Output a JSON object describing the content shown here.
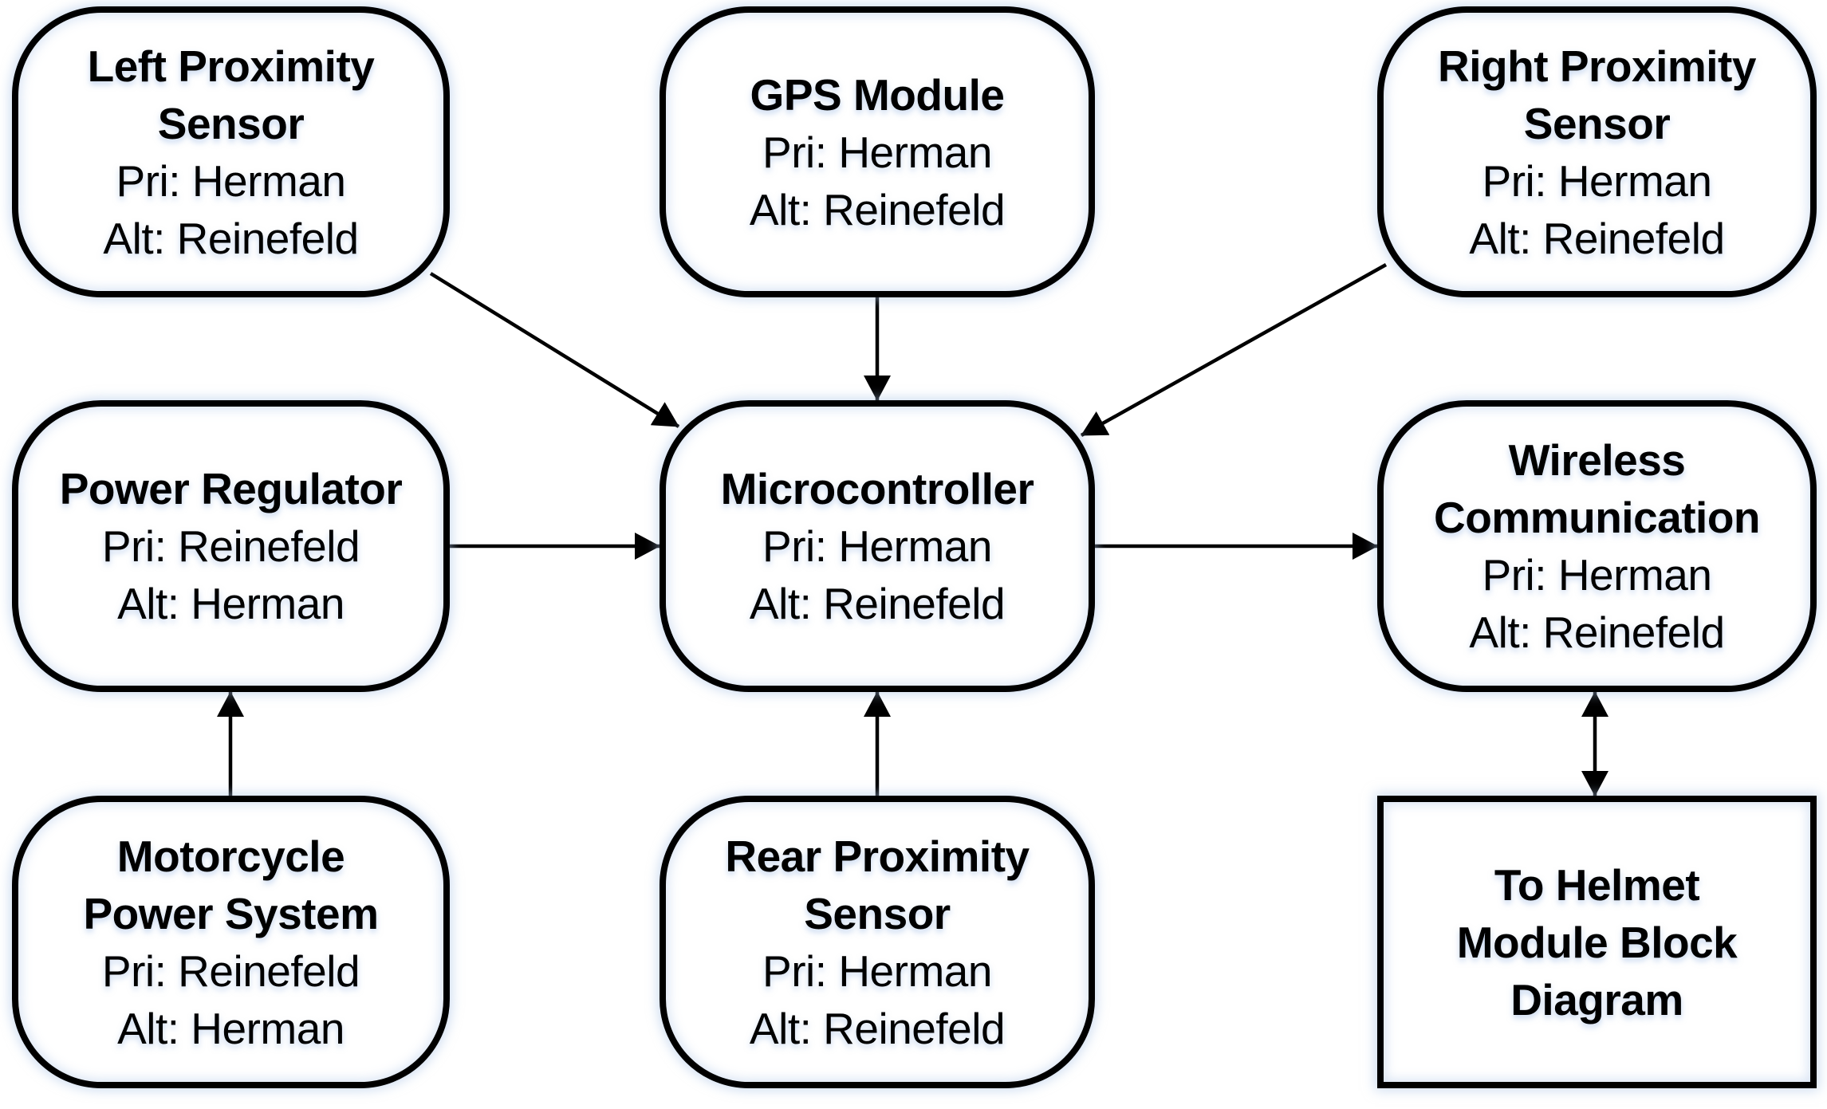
{
  "diagram": {
    "type": "block-diagram",
    "nodes": {
      "left_proximity": {
        "title": [
          "Left Proximity",
          "Sensor"
        ],
        "primary": "Pri: Herman",
        "alternate": "Alt: Reinefeld"
      },
      "gps": {
        "title": [
          "GPS Module"
        ],
        "primary": "Pri: Herman",
        "alternate": "Alt: Reinefeld"
      },
      "right_proximity": {
        "title": [
          "Right Proximity",
          "Sensor"
        ],
        "primary": "Pri: Herman",
        "alternate": "Alt: Reinefeld"
      },
      "power_regulator": {
        "title": [
          "Power Regulator"
        ],
        "primary": "Pri: Reinefeld",
        "alternate": "Alt: Herman"
      },
      "microcontroller": {
        "title": [
          "Microcontroller"
        ],
        "primary": "Pri: Herman",
        "alternate": "Alt: Reinefeld"
      },
      "wireless": {
        "title": [
          "Wireless",
          "Communication"
        ],
        "primary": "Pri: Herman",
        "alternate": "Alt: Reinefeld"
      },
      "motorcycle_power": {
        "title": [
          "Motorcycle",
          "Power System"
        ],
        "primary": "Pri: Reinefeld",
        "alternate": "Alt: Herman"
      },
      "rear_proximity": {
        "title": [
          "Rear Proximity",
          "Sensor"
        ],
        "primary": "Pri: Herman",
        "alternate": "Alt: Reinefeld"
      },
      "helmet": {
        "title": [
          "To Helmet",
          "Module Block",
          "Diagram"
        ]
      }
    },
    "edges": [
      {
        "from": "left_proximity",
        "to": "microcontroller",
        "direction": "one-way"
      },
      {
        "from": "gps",
        "to": "microcontroller",
        "direction": "one-way"
      },
      {
        "from": "right_proximity",
        "to": "microcontroller",
        "direction": "one-way"
      },
      {
        "from": "power_regulator",
        "to": "microcontroller",
        "direction": "one-way"
      },
      {
        "from": "microcontroller",
        "to": "wireless",
        "direction": "one-way"
      },
      {
        "from": "motorcycle_power",
        "to": "power_regulator",
        "direction": "one-way"
      },
      {
        "from": "rear_proximity",
        "to": "microcontroller",
        "direction": "one-way"
      },
      {
        "from": "wireless",
        "to": "helmet",
        "direction": "two-way"
      }
    ],
    "colors": {
      "stroke": "#000000",
      "fill": "#ffffff",
      "glow": "#aac3e6"
    }
  }
}
